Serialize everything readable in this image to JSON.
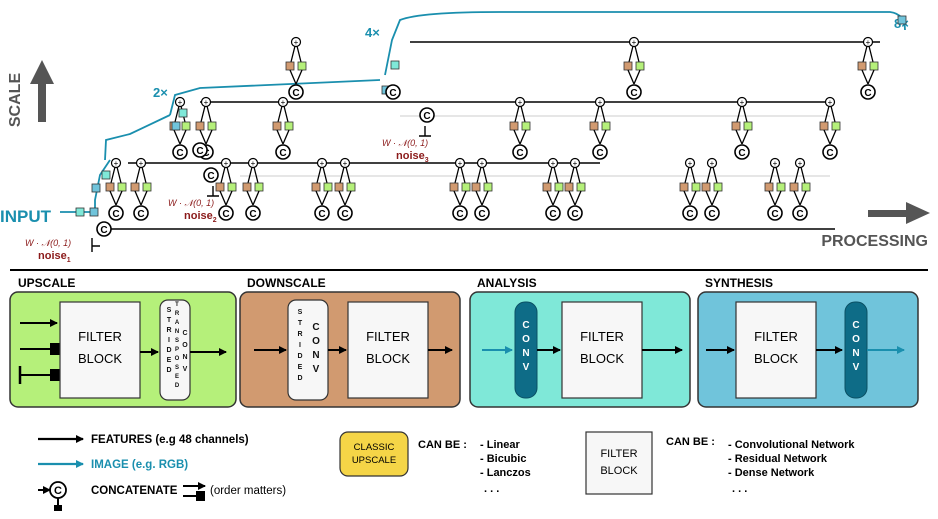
{
  "top": {
    "scale_label": "SCALE",
    "processing_label": "PROCESSING",
    "input_label": "INPUT",
    "scale_marks": [
      "2×",
      "4×",
      "8×"
    ],
    "noise": [
      {
        "formula": "W · 𝒩(0, 1)",
        "name": "noise",
        "sub": "1"
      },
      {
        "formula": "W · 𝒩(0, 1)",
        "name": "noise",
        "sub": "2"
      },
      {
        "formula": "W · 𝒩(0, 1)",
        "name": "noise",
        "sub": "3"
      }
    ],
    "concat_symbol": "C",
    "plus_symbol": "+"
  },
  "blocks": [
    {
      "title": "UPSCALE",
      "filter": [
        "FILTER",
        "BLOCK"
      ],
      "conv_letters": [
        "S",
        "T",
        "R",
        "I",
        "D",
        "E",
        "D"
      ],
      "conv_letters2": [
        "T",
        "R",
        "A",
        "N",
        "S",
        "P",
        "O",
        "S",
        "E",
        "D"
      ],
      "conv_word": [
        "C",
        "O",
        "N",
        "V"
      ]
    },
    {
      "title": "DOWNSCALE",
      "filter": [
        "FILTER",
        "BLOCK"
      ],
      "conv_letters": [
        "S",
        "T",
        "R",
        "I",
        "D",
        "E",
        "D"
      ],
      "conv_word": [
        "C",
        "O",
        "N",
        "V"
      ]
    },
    {
      "title": "ANALYSIS",
      "filter": [
        "FILTER",
        "BLOCK"
      ],
      "conv_word": [
        "C",
        "O",
        "N",
        "V"
      ]
    },
    {
      "title": "SYNTHESIS",
      "filter": [
        "FILTER",
        "BLOCK"
      ],
      "conv_word": [
        "C",
        "O",
        "N",
        "V"
      ]
    }
  ],
  "legend": {
    "features": "FEATURES (e.g 48 channels)",
    "image": "IMAGE (e.g. RGB)",
    "concatenate": "CONCATENATE",
    "order": "(order matters)",
    "classic": [
      "CLASSIC",
      "UPSCALE"
    ],
    "can_be": "CAN BE :",
    "classic_options": [
      "- Linear",
      "- Bicubic",
      "- Lanczos",
      ". . ."
    ],
    "filter_box": [
      "FILTER",
      "BLOCK"
    ],
    "filter_options": [
      "- Convolutional Network",
      "- Residual Network",
      "- Dense Network",
      ". . ."
    ]
  },
  "colors": {
    "upscale": "#b5f07a",
    "downscale": "#d19a70",
    "analysis": "#7fe8d8",
    "synthesis": "#70c4db",
    "image": "#1a8fae",
    "noise": "#8b1a1a",
    "classic": "#f5d547"
  }
}
